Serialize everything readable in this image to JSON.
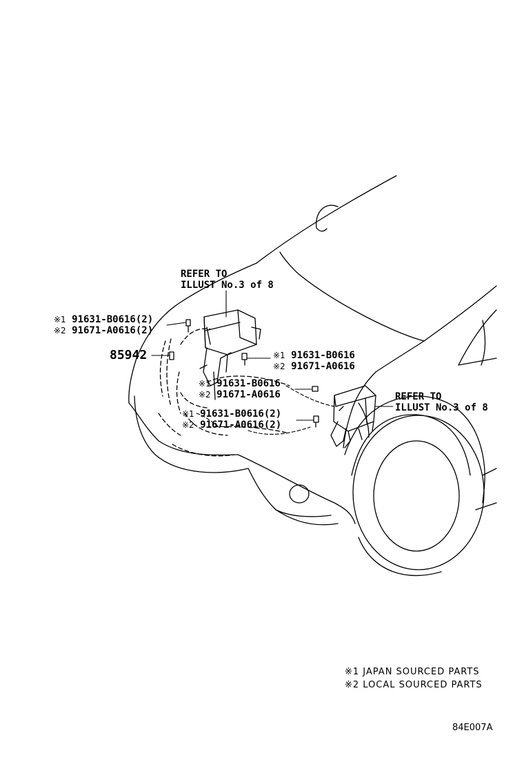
{
  "callouts": {
    "refer_upper": [
      "REFER TO",
      "ILLUST No.3 of 8"
    ],
    "refer_lower": [
      "REFER TO",
      "ILLUST No.3 of 8"
    ],
    "bolt_left": {
      "mark1": "※1",
      "part1": "91631-B0616(2)",
      "mark2": "※2",
      "part2": "91671-A0616(2)"
    },
    "bolt_right_upper": {
      "mark1": "※1",
      "part1": "91631-B0616",
      "mark2": "※2",
      "part2": "91671-A0616"
    },
    "bolt_mid_upper": {
      "mark1": "※1",
      "part1": "91631-B0616",
      "mark2": "※2",
      "part2": "91671-A0616"
    },
    "bolt_mid_lower": {
      "mark1": "※1",
      "part1": "91631-B0616(2)",
      "mark2": "※2",
      "part2": "91671-A0616(2)"
    },
    "part_85942": "85942"
  },
  "legend": {
    "line1": "※1 JAPAN SOURCED PARTS",
    "line2": "※2 LOCAL SOURCED PARTS"
  },
  "figure_code": "84E007A"
}
